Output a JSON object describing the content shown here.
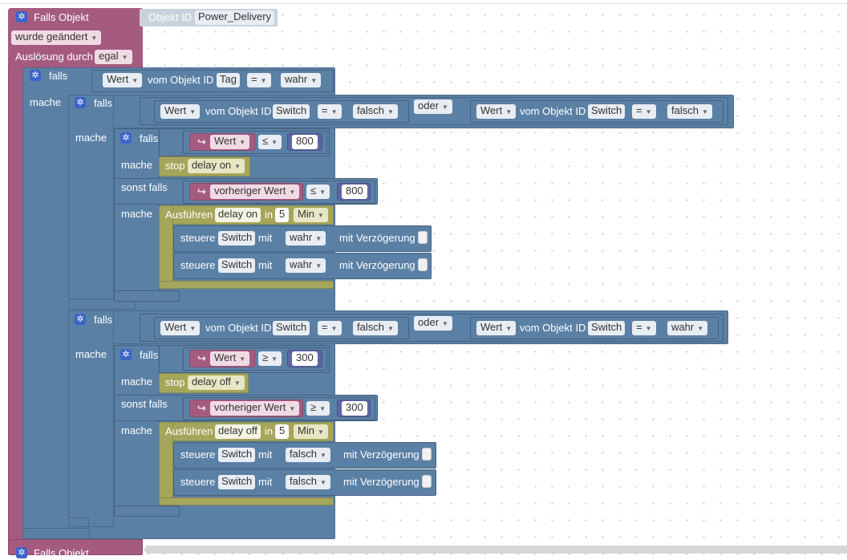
{
  "event": {
    "title": "Falls Objekt",
    "objid_label": "Objekt ID",
    "objid_value": "Power_Delivery",
    "trigger": "wurde geändert",
    "ausloesung_label": "Auslösung durch",
    "ausloesung_value": "egal",
    "bottom_title": "Falls Objekt"
  },
  "kw": {
    "falls": "falls",
    "mache": "mache",
    "sonst_falls": "sonst falls",
    "oder": "oder",
    "vom_objekt_id": "vom Objekt ID",
    "stop": "stop",
    "ausfuehren": "Ausführen",
    "in": "in",
    "steuere": "steuere",
    "mit": "mit",
    "mit_verzoegerung": "mit Verzögerung"
  },
  "values": {
    "wert": "Wert",
    "vorheriger_wert": "vorheriger Wert",
    "tag": "Tag",
    "switch": "Switch",
    "wahr": "wahr",
    "falsch": "falsch",
    "eq": "=",
    "le": "≤",
    "ge": "≥",
    "n800": "800",
    "n300": "300",
    "n5": "5",
    "min": "Min",
    "delay_on": "delay on",
    "delay_off": "delay off",
    "arrow": "↪"
  },
  "icons": {
    "gear": "gear-icon",
    "dropdown": "chevron-down-icon"
  },
  "colors": {
    "event": "#a55b80",
    "logic": "#5b80a5",
    "control": "#a5a55b",
    "math": "#5b67a5",
    "gear": "#3b64c8"
  }
}
